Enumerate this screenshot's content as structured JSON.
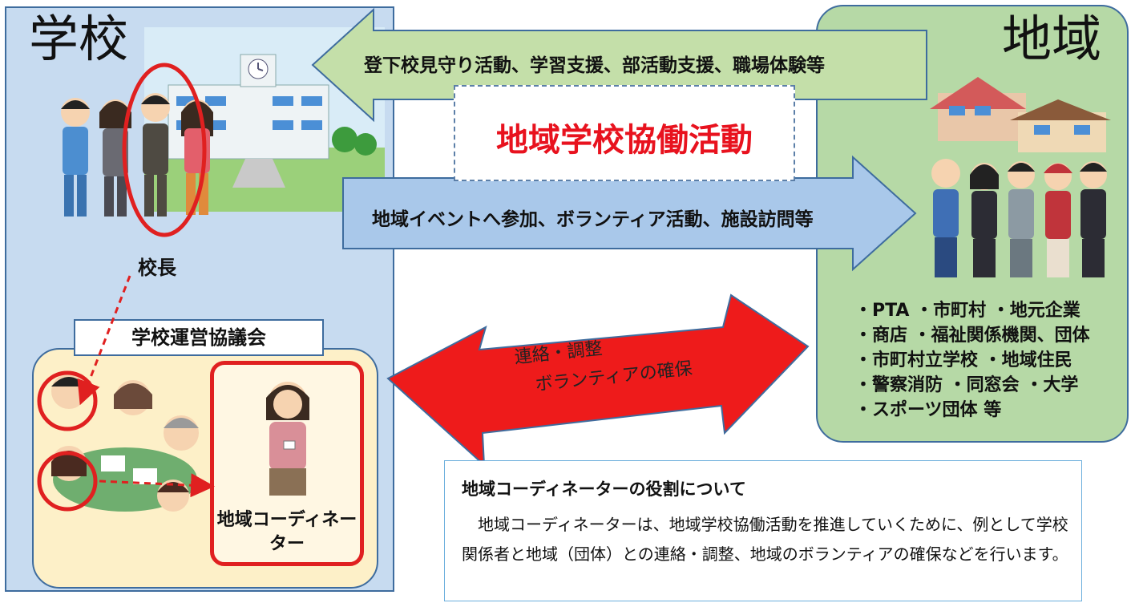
{
  "school": {
    "title": "学校",
    "principal_label": "校長",
    "council_label": "学校運営協議会",
    "coordinator_label": "地域コーディネーター"
  },
  "region": {
    "title": "地域",
    "members": [
      "・PTA ・市町村 ・地元企業",
      "・商店 ・福祉関係機関、団体",
      "・市町村立学校 ・地域住民",
      "・警察消防 ・同窓会 ・大学",
      "・スポーツ団体 等"
    ]
  },
  "center": {
    "label": "地域学校協働活動",
    "arrow_to_school_text": "登下校見守り活動、学習支援、部活動支援、職場体験等",
    "arrow_to_region_text": "地域イベントへ参加、ボランティア活動、施設訪問等",
    "double_arrow_text_1": "連絡・調整",
    "double_arrow_text_2": "ボランティアの確保"
  },
  "description": {
    "title": "地域コーディネーターの役割について",
    "body": "　地域コーディネーターは、地域学校協働活動を推進していくために、例として学校関係者と地域（団体）との連絡・調整、地域のボランティアの確保などを行います。"
  },
  "colors": {
    "school_bg": "#c7dbf0",
    "region_bg": "#b6d9a6",
    "arrow_top": "#c4dfa9",
    "arrow_bottom": "#a9c8ea",
    "double_arrow": "#ee1b1b",
    "center_label": "#e8121e"
  }
}
